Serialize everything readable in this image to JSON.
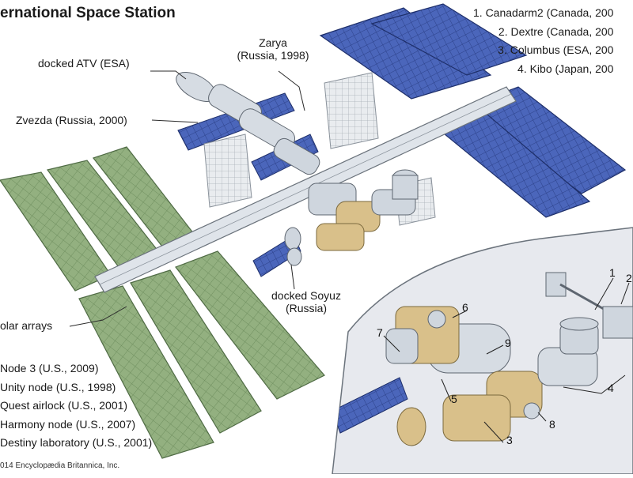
{
  "title": "ernational Space Station",
  "labels": {
    "docked_atv": "docked ATV (ESA)",
    "zarya_name": "Zarya",
    "zarya_year": "(Russia, 1998)",
    "zvezda": "Zvezda (Russia, 2000)",
    "soyuz_name": "docked Soyuz",
    "soyuz_origin": "(Russia)",
    "solar_arrays": "olar arrays"
  },
  "legend_right": [
    "1. Canadarm2 (Canada, 200",
    "2. Dextre (Canada, 200",
    "3. Columbus (ESA, 200",
    "4. Kibo (Japan, 200"
  ],
  "legend_left": [
    "Node 3 (U.S., 2009)",
    "Unity node (U.S., 1998)",
    "Quest airlock (U.S., 2001)",
    "Harmony node (U.S., 2007)",
    "Destiny laboratory (U.S., 2001)"
  ],
  "credit": "014 Encyclopædia Britannica, Inc.",
  "callout_numbers": [
    "1",
    "2",
    "3",
    "4",
    "5",
    "6",
    "7",
    "8",
    "9"
  ],
  "colors": {
    "solar_green": "#8fae7c",
    "solar_blue": "#4a63b5",
    "module_gray": "#cfd6de",
    "module_gold": "#d9c08a",
    "inset_bg": "#e7e9ee"
  }
}
